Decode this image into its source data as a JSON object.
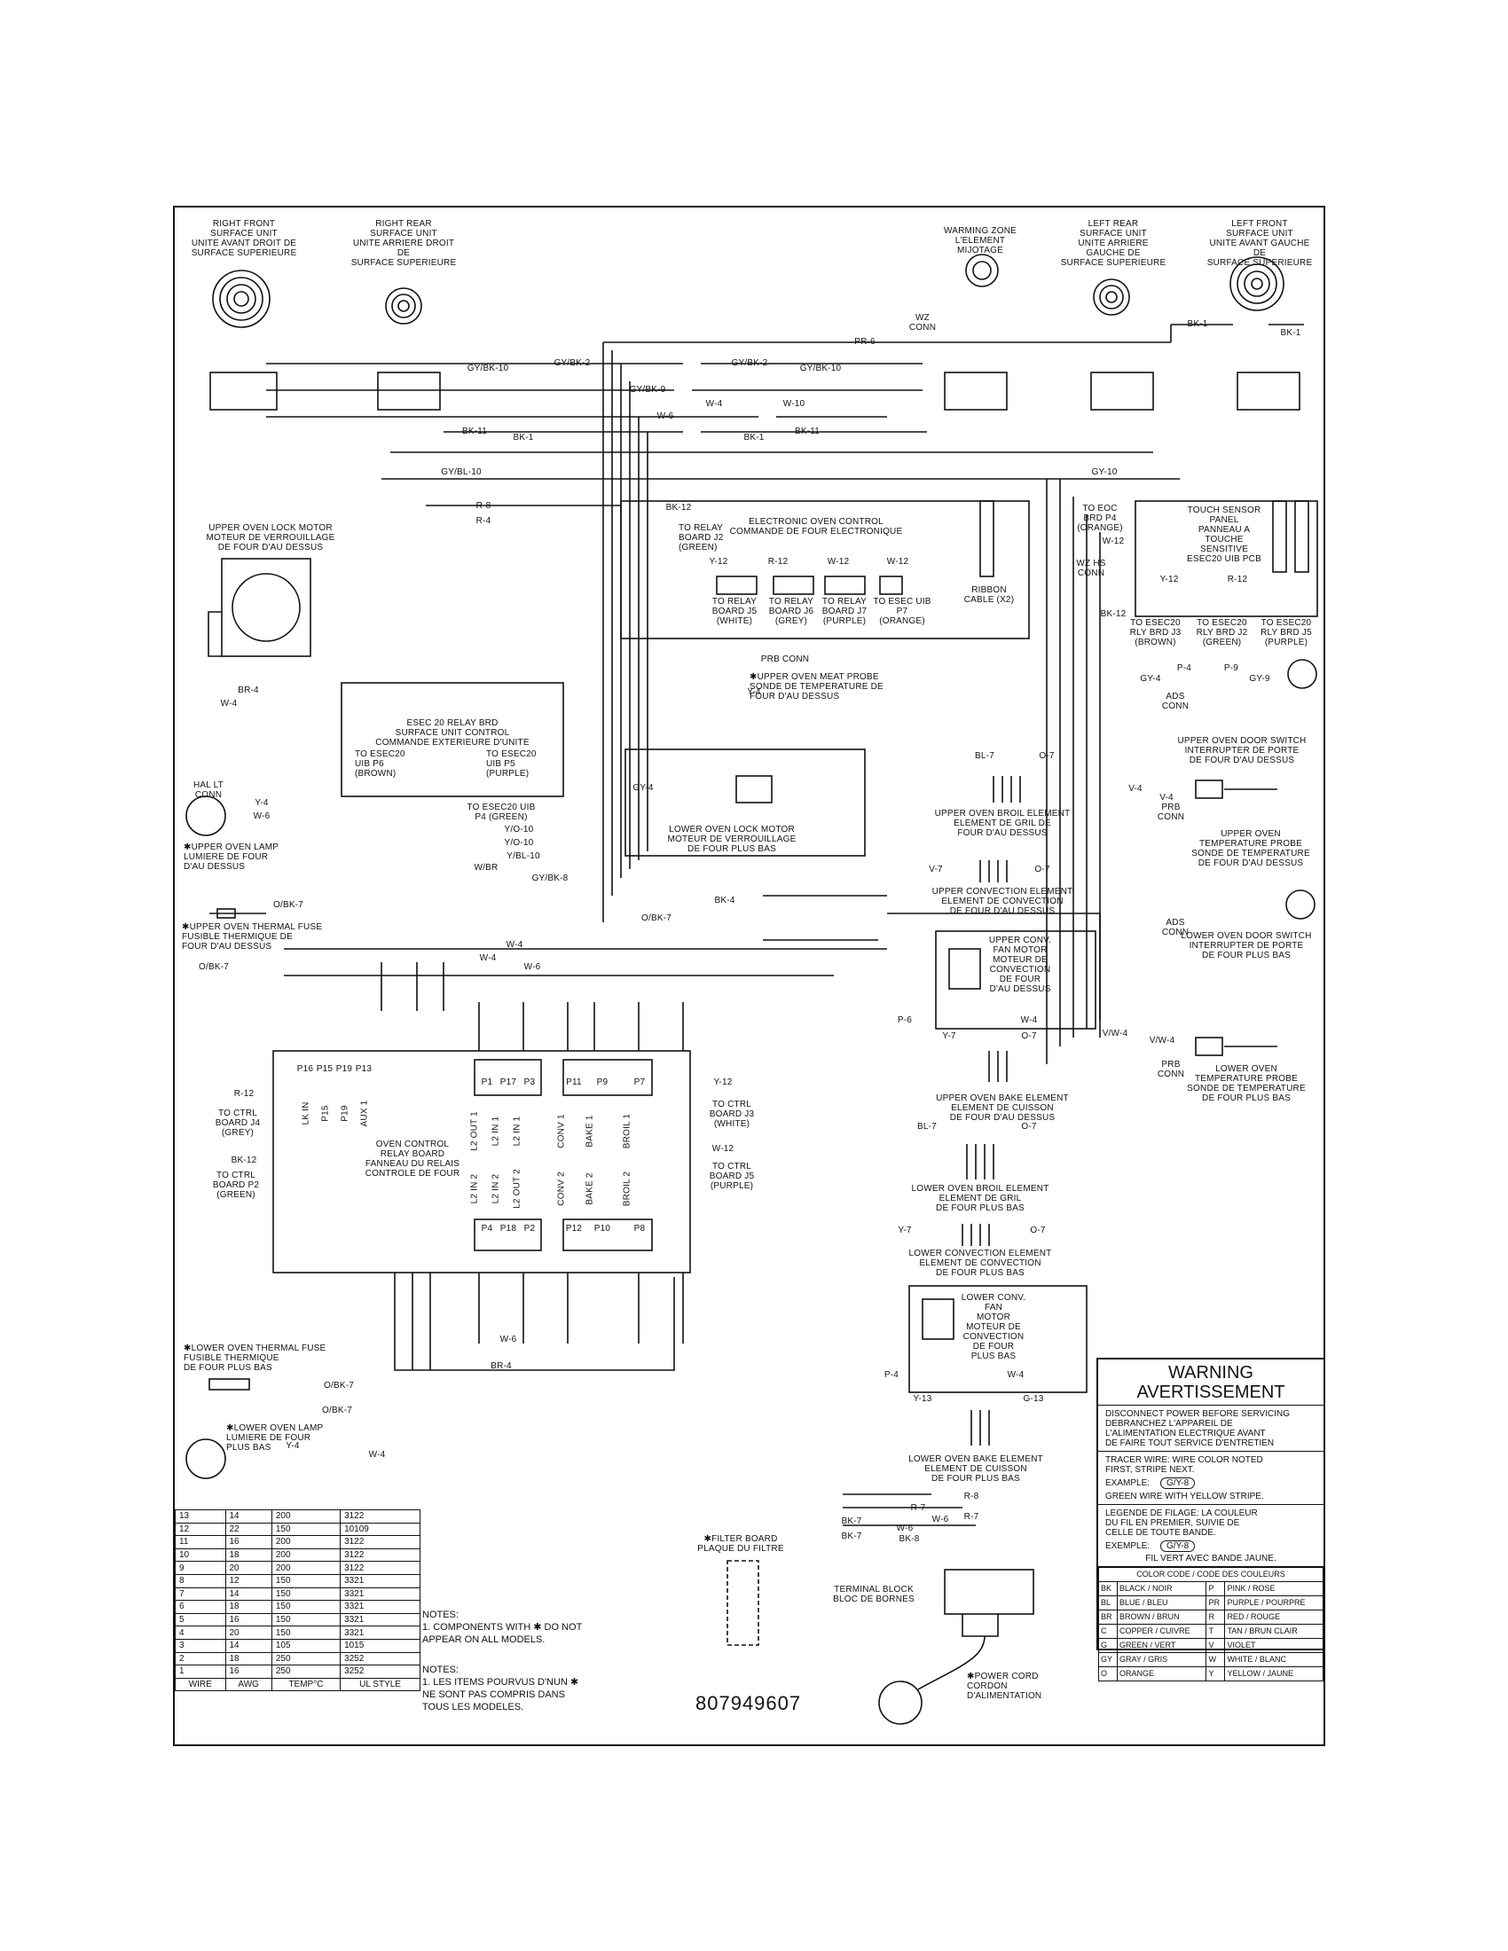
{
  "components": {
    "right_front": "RIGHT FRONT\nSURFACE UNIT\nUNITE AVANT DROIT DE\nSURFACE SUPERIEURE",
    "right_rear": "RIGHT REAR\nSURFACE UNIT\nUNITE ARRIERE DROIT DE\nSURFACE SUPERIEURE",
    "warming_zone": "WARMING ZONE\nL'ELEMENT MIJOTAGE",
    "left_rear": "LEFT REAR\nSURFACE UNIT\nUNITE ARRIERE GAUCHE DE\nSURFACE SUPERIEURE",
    "left_front": "LEFT FRONT\nSURFACE UNIT\nUNITE AVANT GAUCHE DE\nSURFACE SUPERIEURE",
    "upper_lock_motor": "UPPER OVEN LOCK MOTOR\nMOTEUR DE VERROUILLAGE\nDE FOUR D'AU DESSUS",
    "eoc": "ELECTRONIC OVEN CONTROL\nCOMMANDE DE FOUR ELECTRONIQUE",
    "touch_panel": "TOUCH SENSOR\nPANEL\nPANNEAU A\nTOUCHE SENSITIVE\nESEC20 UIB PCB",
    "esec_relay": "ESEC 20 RELAY BRD\nSURFACE UNIT CONTROL\nCOMMANDE EXTERIEURE D'UNITE",
    "hal_lt_conn": "HAL LT\nCONN",
    "upper_lamp": "✱UPPER OVEN LAMP\nLUMIERE DE FOUR\nD'AU DESSUS",
    "upper_thermal_fuse": "✱UPPER OVEN THERMAL FUSE\nFUSIBLE THERMIQUE DE\nFOUR D'AU DESSUS",
    "lower_lock_motor": "LOWER OVEN LOCK MOTOR\nMOTEUR DE VERROUILLAGE\nDE FOUR PLUS BAS",
    "upper_broil": "UPPER OVEN BROIL ELEMENT\nELEMENT DE GRIL DE\nFOUR D'AU DESSUS",
    "upper_convection": "UPPER CONVECTION ELEMENT\nELEMENT DE CONVECTION\nDE FOUR D'AU DESSUS",
    "upper_fan": "UPPER CONV.\nFAN MOTOR\nMOTEUR DE\nCONVECTION\nDE FOUR\nD'AU DESSUS",
    "upper_door_switch": "UPPER OVEN DOOR SWITCH\nINTERRUPTER DE PORTE\nDE FOUR D'AU DESSUS",
    "upper_temp_probe": "UPPER OVEN\nTEMPERATURE PROBE\nSONDE DE TEMPERATURE\nDE FOUR D'AU DESSUS",
    "lower_door_switch": "LOWER OVEN DOOR SWITCH\nINTERRUPTER DE PORTE\nDE FOUR PLUS BAS",
    "lower_temp_probe": "LOWER OVEN\nTEMPERATURE PROBE\nSONDE DE TEMPERATURE\nDE FOUR PLUS BAS",
    "meat_probe": "✱UPPER OVEN MEAT PROBE\nSONDE DE TEMPERATURE DE\nFOUR D'AU DESSUS",
    "relay_board": "OVEN CONTROL\nRELAY BOARD\nFANNEAU DU RELAIS\nCONTROLE DE FOUR",
    "upper_bake": "UPPER OVEN BAKE ELEMENT\nELEMENT DE CUISSON\nDE FOUR D'AU DESSUS",
    "lower_broil": "LOWER OVEN BROIL ELEMENT\nELEMENT DE GRIL\nDE FOUR PLUS BAS",
    "lower_convection": "LOWER CONVECTION ELEMENT\nELEMENT DE CONVECTION\nDE FOUR PLUS BAS",
    "lower_fan": "LOWER CONV. FAN\nMOTOR\nMOTEUR DE\nCONVECTION\nDE FOUR\nPLUS BAS",
    "lower_bake": "LOWER OVEN BAKE ELEMENT\nELEMENT DE CUISSON\nDE FOUR PLUS BAS",
    "lower_thermal_fuse": "✱LOWER OVEN THERMAL FUSE\nFUSIBLE THERMIQUE\nDE FOUR PLUS BAS",
    "lower_lamp": "✱LOWER OVEN LAMP\nLUMIERE DE FOUR\nPLUS BAS",
    "filter_board": "✱FILTER BOARD\nPLAQUE DU FILTRE",
    "terminal_block": "TERMINAL BLOCK\nBLOC DE BORNES",
    "power_cord": "✱POWER CORD\nCORDON D'ALIMENTATION"
  },
  "connectors": {
    "to_relay_j5": "TO RELAY\nBOARD J5\n(WHITE)",
    "to_relay_j6": "TO RELAY\nBOARD J6\n(GREY)",
    "to_relay_j7": "TO RELAY\nBOARD J7\n(PURPLE)",
    "to_esec_p7": "TO ESEC UIB\nP7\n(ORANGE)",
    "ribbon": "RIBBON\nCABLE (X2)",
    "to_relay_j2": "TO RELAY\nBOARD J2\n(GREEN)",
    "to_eoc_p4": "TO EOC\nBRD P4\n(ORANGE)",
    "wz_hs": "WZ HS\nCONN",
    "rly_j3": "TO ESEC20\nRLY BRD J3\n(BROWN)",
    "rly_j2": "TO ESEC20\nRLY BRD J2\n(GREEN)",
    "rly_j5": "TO ESEC20\nRLY BRD J5\n(PURPLE)",
    "prb_conn": "PRB CONN",
    "ads_conn": "ADS\nCONN",
    "prb_conn2": "PRB\nCONN",
    "to_esec_p6": "TO ESEC20\nUIB P6\n(BROWN)",
    "to_esec_p5": "TO ESEC20\nUIB P5\n(PURPLE)",
    "to_esec_p4": "TO ESEC20 UIB\nP4 (GREEN)",
    "to_ctrl_j4": "TO CTRL\nBOARD J4\n(GREY)",
    "to_ctrl_p2": "TO CTRL\nBOARD P2\n(GREEN)",
    "to_ctrl_j3": "TO CTRL\nBOARD J3\n(WHITE)",
    "to_ctrl_j5": "TO CTRL\nBOARD J5\n(PURPLE)",
    "wz_conn": "WZ\nCONN"
  },
  "relay_pins_top": [
    "P1",
    "P17",
    "P3",
    "P11",
    "P9",
    "P7"
  ],
  "relay_pins_bottom": [
    "P4",
    "P18",
    "P2",
    "P12",
    "P10",
    "P8"
  ],
  "relay_top_labels": [
    "L2 OUT 1",
    "L2 IN 1",
    "L2 IN 1",
    "CONV 1",
    "BAKE 1",
    "BROIL 1"
  ],
  "relay_bottom_labels": [
    "L2 IN 2",
    "L2 IN 2",
    "L2 OUT 2",
    "CONV 2",
    "BAKE 2",
    "BROIL 2"
  ],
  "relay_aux_pins": [
    "P16",
    "P15",
    "P19",
    "P13"
  ],
  "relay_aux_labels": [
    "LK IN",
    "P15",
    "P19",
    "AUX 1"
  ],
  "wire_tags": {
    "pr6": "PR-6",
    "gybk2": "GY/BK-2",
    "gybk10": "GY/BK-10",
    "gybk9": "GY/BK-9",
    "w4": "W-4",
    "w10": "W-10",
    "w6": "W-6",
    "bk11": "BK-11",
    "bk1": "BK-1",
    "gybl10": "GY/BL-10",
    "gy10": "GY-10",
    "r8": "R-8",
    "r4": "R-4",
    "bk12": "BK-12",
    "y12": "Y-12",
    "r12": "R-12",
    "w12": "W-12",
    "gy4": "GY-4",
    "p4": "P-4",
    "p9": "P-9",
    "gy9": "GY-9",
    "v4": "V-4",
    "bl7": "BL-7",
    "o7": "O-7",
    "v7": "V-7",
    "bk4": "BK-4",
    "obk7": "O/BK-7",
    "p6": "P-6",
    "y7": "Y-7",
    "vw4": "V/W-4",
    "y4": "Y-4",
    "br4": "BR-4",
    "y13": "Y-13",
    "g13": "G-13",
    "r7": "R-7",
    "bk8": "BK-8",
    "bk7": "BK-7",
    "yo10": "Y/O-10",
    "ybl10": "Y/BL-10",
    "wbr": "W/BR",
    "gybk": "GY/BK-8"
  },
  "warning": {
    "title": "WARNING\nAVERTISSEMENT",
    "disconnect": "DISCONNECT POWER BEFORE SERVICING\nDEBRANCHEZ L'APPAREIL DE\nL'ALIMENTATION ELECTRIQUE AVANT\nDE FAIRE TOUT SERVICE D'ENTRETIEN",
    "tracer": "TRACER WIRE: WIRE COLOR NOTED\nFIRST, STRIPE NEXT.",
    "example": "EXAMPLE:",
    "example_code": "G/Y-8",
    "green_yellow": "GREEN WIRE WITH YELLOW STRIPE.",
    "legende": "LEGENDE DE FILAGE: LA COULEUR\nDU FIL EN PREMIER, SUIVIE DE\nCELLE DE TOUTE BANDE.",
    "exemple": "EXEMPLE:",
    "exemple_code": "G/Y-8",
    "fil_vert": "FIL VERT AVEC BANDE JAUNE.",
    "color_code_header": "COLOR CODE / CODE DES COULEURS"
  },
  "color_codes": [
    [
      "BK",
      "BLACK / NOIR",
      "P",
      "PINK / ROSE"
    ],
    [
      "BL",
      "BLUE / BLEU",
      "PR",
      "PURPLE / POURPRE"
    ],
    [
      "BR",
      "BROWN / BRUN",
      "R",
      "RED / ROUGE"
    ],
    [
      "C",
      "COPPER / CUIVRE",
      "T",
      "TAN / BRUN CLAIR"
    ],
    [
      "G",
      "GREEN / VERT",
      "V",
      "VIOLET"
    ],
    [
      "GY",
      "GRAY / GRIS",
      "W",
      "WHITE / BLANC"
    ],
    [
      "O",
      "ORANGE",
      "Y",
      "YELLOW / JAUNE"
    ]
  ],
  "wire_table": {
    "header": [
      "WIRE",
      "AWG",
      "TEMP°C",
      "UL STYLE"
    ],
    "rows": [
      [
        "13",
        "14",
        "200",
        "3122"
      ],
      [
        "12",
        "22",
        "150",
        "10109"
      ],
      [
        "11",
        "16",
        "200",
        "3122"
      ],
      [
        "10",
        "18",
        "200",
        "3122"
      ],
      [
        "9",
        "20",
        "200",
        "3122"
      ],
      [
        "8",
        "12",
        "150",
        "3321"
      ],
      [
        "7",
        "14",
        "150",
        "3321"
      ],
      [
        "6",
        "18",
        "150",
        "3321"
      ],
      [
        "5",
        "16",
        "150",
        "3321"
      ],
      [
        "4",
        "20",
        "150",
        "3321"
      ],
      [
        "3",
        "14",
        "105",
        "1015"
      ],
      [
        "2",
        "18",
        "250",
        "3252"
      ],
      [
        "1",
        "16",
        "250",
        "3252"
      ]
    ]
  },
  "notes": {
    "en": "NOTES:\n1.  COMPONENTS WITH ✱ DO NOT\n     APPEAR ON ALL MODELS.",
    "fr": "NOTES:\n1.  LES ITEMS POURVUS D'NUN ✱\n     NE SONT PAS COMPRIS DANS\n     TOUS LES MODELES."
  },
  "part_number": "807949607"
}
